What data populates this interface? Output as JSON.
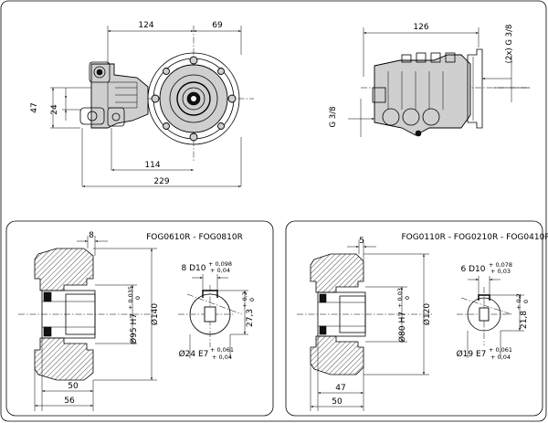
{
  "top_view": {
    "dims": {
      "d124": "124",
      "d69": "69",
      "d114": "114",
      "d229": "229",
      "d47": "47",
      "d24": "24"
    }
  },
  "side_view": {
    "dims": {
      "d126": "126",
      "g38_inlet": "G 3/8",
      "g38_outlet": "(2x) G 3/8"
    }
  },
  "panel_left": {
    "title": "FOG0610R - FOG0810R",
    "dims": {
      "d8": "8",
      "bore": "Ø95 H7",
      "bore_tol_hi": "+ 0,035",
      "bore_tol_lo": "0",
      "od": "Ø140",
      "d50": "50",
      "d56": "56"
    },
    "key": {
      "width": "8 D10",
      "width_tol_hi": "+ 0,098",
      "width_tol_lo": "+ 0,04",
      "height": "27,3",
      "height_tol_hi": "+ 0,2",
      "height_tol_lo": "0",
      "shaft": "Ø24 E7",
      "shaft_tol_hi": "+ 0,061",
      "shaft_tol_lo": "+ 0,04"
    }
  },
  "panel_right": {
    "title": "FOG0110R - FOG0210R - FOG0410R",
    "dims": {
      "d5": "5",
      "bore": "Ø80 H7",
      "bore_tol_hi": "+ 0,03",
      "bore_tol_lo": "0",
      "od": "Ø120",
      "d47": "47",
      "d50": "50"
    },
    "key": {
      "width": "6 D10",
      "width_tol_hi": "+ 0,078",
      "width_tol_lo": "+ 0,03",
      "height": "21,8",
      "height_tol_hi": "+ 0,2",
      "height_tol_lo": "0",
      "shaft": "Ø19 E7",
      "shaft_tol_hi": "+ 0,061",
      "shaft_tol_lo": "+ 0,04"
    }
  }
}
